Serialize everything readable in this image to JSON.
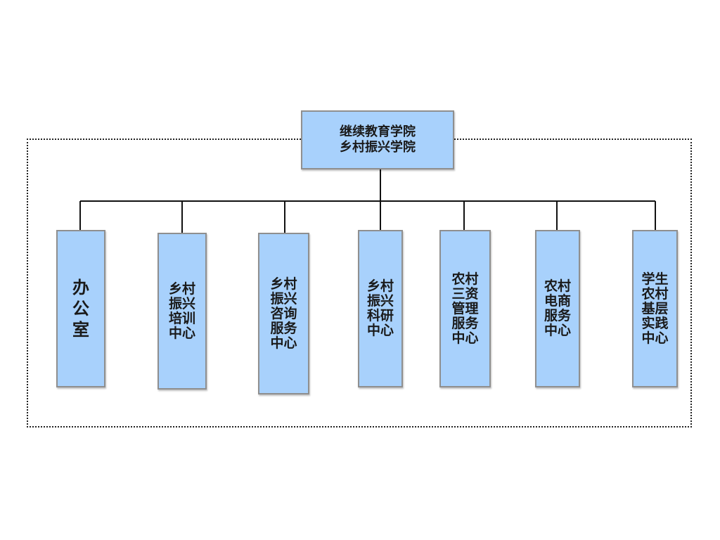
{
  "root": {
    "line1": "继续教育学院",
    "line2": "乡村振兴学院"
  },
  "departments": [
    "办\n公\n室",
    "乡村\n振兴\n培训\n中心",
    "乡村\n振兴\n咨询\n服务\n中心",
    "乡村\n振兴\n科研\n中心",
    "农村\n三资\n管理\n服务\n中心",
    "农村\n电商\n服务\n中心",
    "学生\n农村\n基层\n实践\n中心"
  ],
  "colors": {
    "box_fill": "#a8d1fc",
    "box_border": "#8f8f8f",
    "line": "#111111"
  }
}
